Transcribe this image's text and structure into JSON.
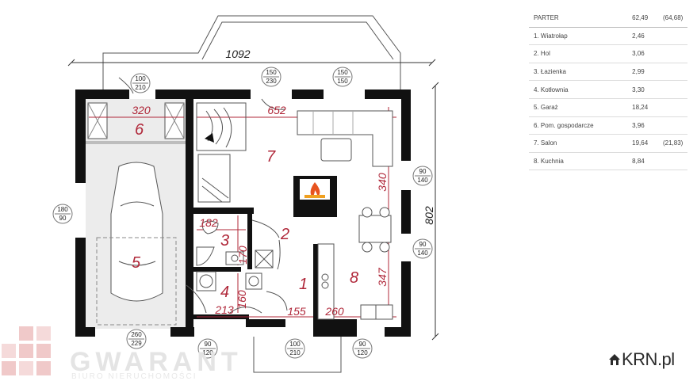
{
  "plan": {
    "dims": {
      "top_width": "1092",
      "right_height": "802",
      "d320": "320",
      "d652": "652",
      "d340": "340",
      "d182": "182",
      "d170": "170",
      "d160": "160",
      "d213": "213",
      "d155": "155",
      "d260": "260",
      "d347": "347"
    },
    "rooms": {
      "r1": "1",
      "r2": "2",
      "r3": "3",
      "r4": "4",
      "r5": "5",
      "r6": "6",
      "r7": "7",
      "r8": "8"
    },
    "openings": [
      {
        "id": "op-100-210-top",
        "top": "100",
        "bottom": "210"
      },
      {
        "id": "op-150-230",
        "top": "150",
        "bottom": "230"
      },
      {
        "id": "op-150-150",
        "top": "150",
        "bottom": "150"
      },
      {
        "id": "op-90-140-a",
        "top": "90",
        "bottom": "140"
      },
      {
        "id": "op-90-140-b",
        "top": "90",
        "bottom": "140"
      },
      {
        "id": "op-180-90",
        "top": "180",
        "bottom": "90"
      },
      {
        "id": "op-260-229",
        "top": "260",
        "bottom": "229"
      },
      {
        "id": "op-90-120-a",
        "top": "90",
        "bottom": "120"
      },
      {
        "id": "op-100-210-bottom",
        "top": "100",
        "bottom": "210"
      },
      {
        "id": "op-90-120-b",
        "top": "90",
        "bottom": "120"
      }
    ]
  },
  "legend": {
    "header": {
      "label": "PARTER",
      "area": "62,49",
      "extra": "(64,68)"
    },
    "rows": [
      {
        "label": "1. Wiatrołap",
        "area": "2,46",
        "extra": ""
      },
      {
        "label": "2. Hol",
        "area": "3,06",
        "extra": ""
      },
      {
        "label": "3. Łazienka",
        "area": "2,99",
        "extra": ""
      },
      {
        "label": "4. Kotłownia",
        "area": "3,30",
        "extra": ""
      },
      {
        "label": "5. Garaż",
        "area": "18,24",
        "extra": ""
      },
      {
        "label": "6. Pom. gospodarcze",
        "area": "3,96",
        "extra": ""
      },
      {
        "label": "7. Salon",
        "area": "19,64",
        "extra": "(21,83)"
      },
      {
        "label": "8. Kuchnia",
        "area": "8,84",
        "extra": ""
      }
    ]
  },
  "logos": {
    "krn": "KRN.pl",
    "gwarant": "GWARANT",
    "gwarant_sub": "BIURO NIERUCHOMOŚCI"
  }
}
